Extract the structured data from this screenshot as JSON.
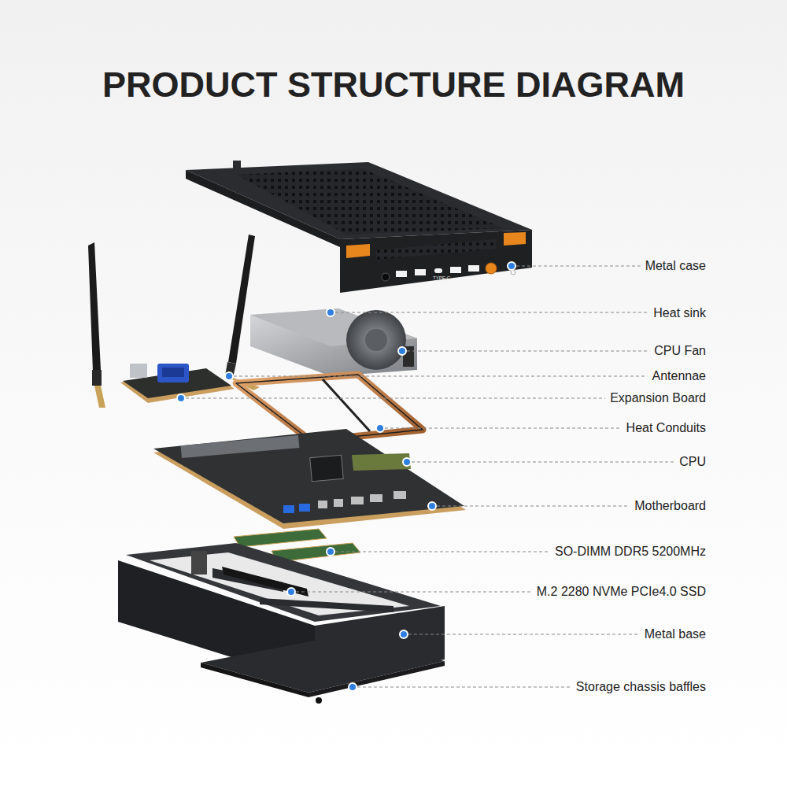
{
  "diagram": {
    "title": "PRODUCT STRUCTURE DIAGRAM",
    "labels": [
      "TYPE-C",
      "Metal case",
      "Heat sink",
      "CPU Fan",
      "Antennae",
      "Expansion Board",
      "Heat Conduits",
      "CPU",
      "Motherboard",
      "SO-DIMM DDR5 5200MHz",
      "M.2 2280 NVMe PCIe4.0 SSD",
      "Metal base",
      "Storage chassis baffles"
    ]
  }
}
